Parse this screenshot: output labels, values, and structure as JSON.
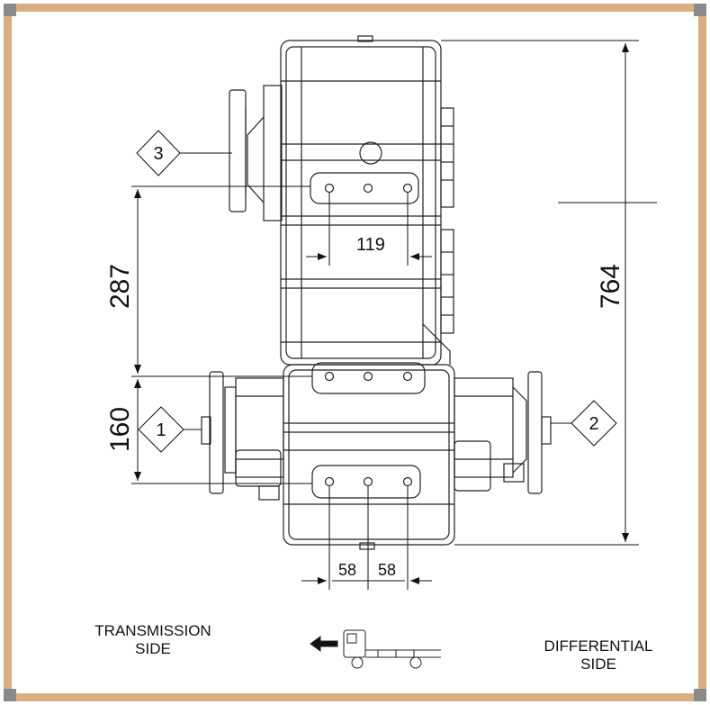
{
  "dimensions": {
    "total_height": "764",
    "upper_spacing": "287",
    "lower_spacing": "160",
    "hole_spacing": "119",
    "bottom_left": "58",
    "bottom_right": "58"
  },
  "callouts": {
    "one": "1",
    "two": "2",
    "three": "3"
  },
  "captions": {
    "transmission_line1": "TRANSMISSION",
    "transmission_line2": "SIDE",
    "differential_line1": "DIFFERENTIAL",
    "differential_line2": "SIDE"
  },
  "colors": {
    "frame": "#d9ae82",
    "corner": "#8a8a8a",
    "line": "#222222"
  }
}
